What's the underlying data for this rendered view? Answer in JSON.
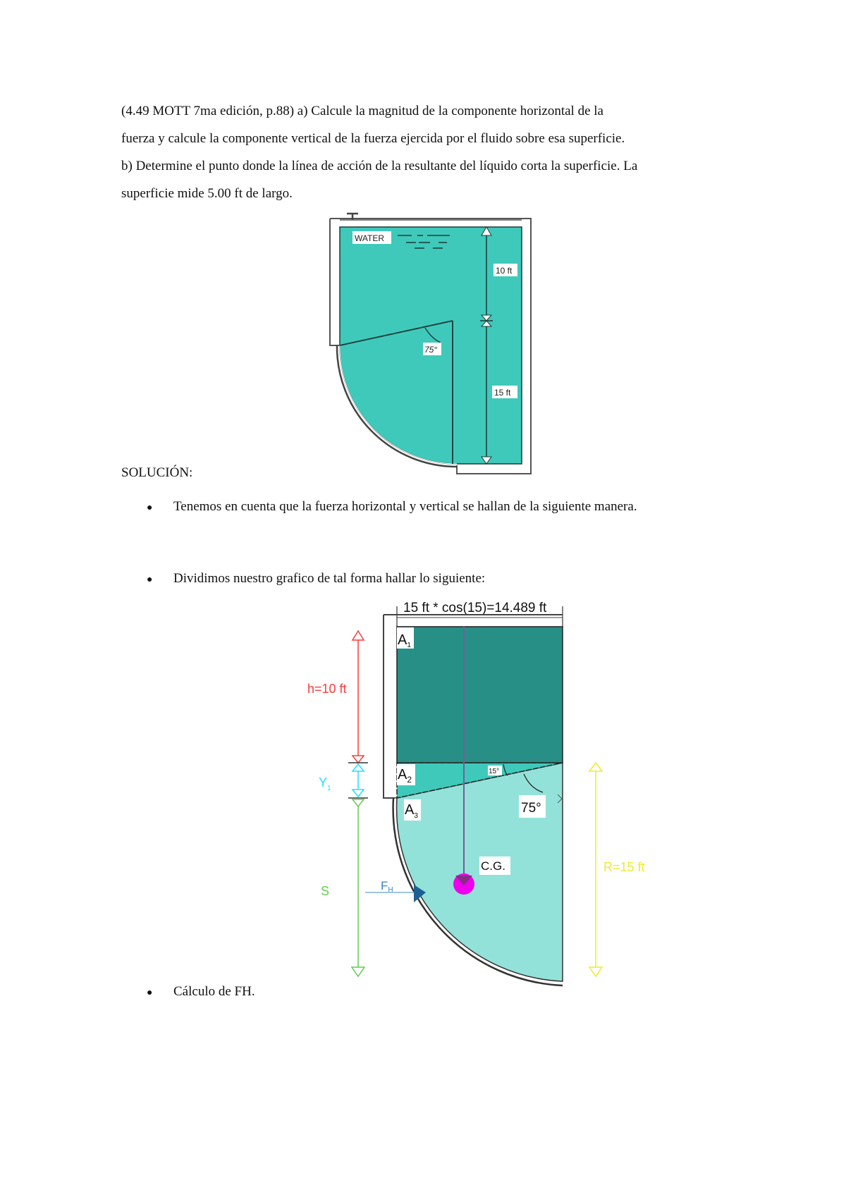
{
  "problem": {
    "lines": [
      "(4.49  MOTT 7ma edición,  p.88)  a) Calcule  la magnitud  de la componente  horizontal  de la",
      "fuerza y calcule la componente vertical de la fuerza ejercida por el fluido sobre esa superficie.",
      "b) Determine el punto donde la línea de acción de la resultante del líquido corta la superficie. La",
      "superficie mide 5.00 ft de largo."
    ]
  },
  "figure1": {
    "water_label": "WATER",
    "dim_top": "10 ft",
    "dim_bottom": "15 ft",
    "angle": "75°",
    "colors": {
      "water": "#3ec9bb",
      "line": "#1d3a36"
    }
  },
  "solution": {
    "heading": "SOLUCIÓN:",
    "bullets": [
      "Tenemos en cuenta que la fuerza horizontal y vertical se hallan de la siguiente manera.",
      "Dividimos nuestro grafico de tal forma hallar lo siguiente:",
      "Cálculo de FH."
    ]
  },
  "figure2": {
    "width_label": "15 ft * cos(15)=14.489 ft",
    "h_label": "h=10 ft",
    "y1_label": "Y",
    "y1_sub": "1",
    "s_label": "S",
    "fh_label": "F",
    "fh_sub": "H",
    "r_label": "R=15 ft",
    "a1": "A",
    "a1_sub": "1",
    "a2": "A",
    "a2_sub": "2",
    "a3": "A",
    "a3_sub": "3",
    "small_angle": "15°",
    "angle": "75°",
    "cg_label": "C.G.",
    "colors": {
      "a1": "#278f86",
      "a2": "#3ec9bb",
      "a3": "#93e2da",
      "h": "#ff3b3b",
      "y1": "#22e0ff",
      "s": "#66cc55",
      "r": "#f2e92e",
      "fh": "#3b82c4",
      "cg": "#ee00ee",
      "centroid_line": "#7a5a9c"
    }
  }
}
